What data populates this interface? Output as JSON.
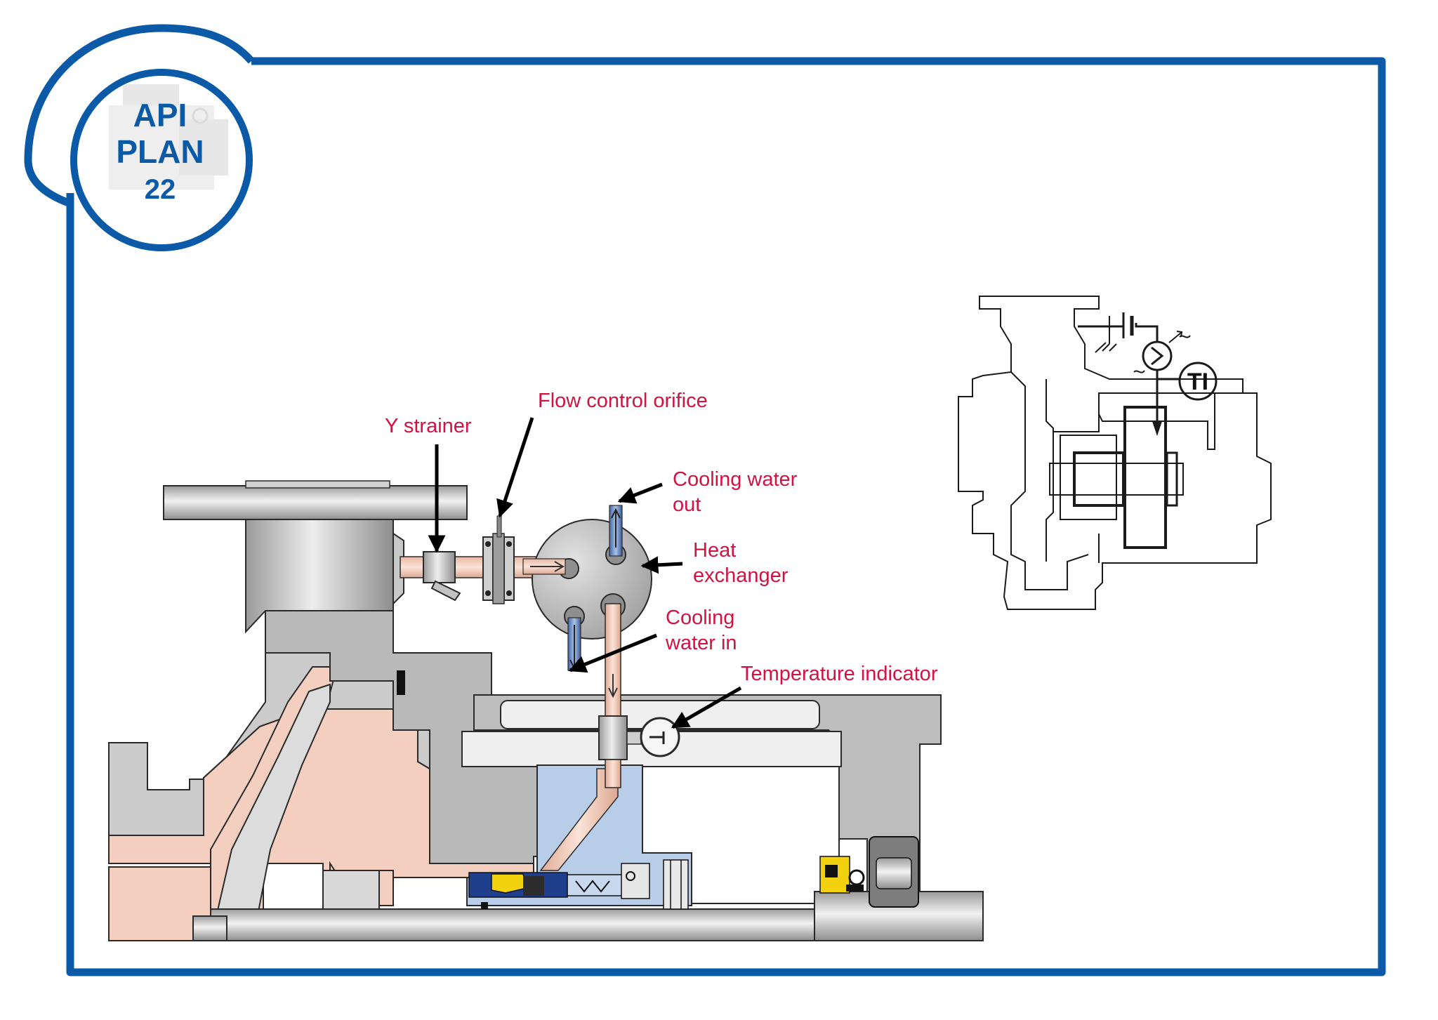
{
  "badge": {
    "line1": "API",
    "line2": "PLAN",
    "line3": "22"
  },
  "labels": {
    "y_strainer": "Y strainer",
    "flow_control_orifice": "Flow control orifice",
    "cooling_water_out_1": "Cooling water",
    "cooling_water_out_2": "out",
    "heat_exchanger_1": "Heat",
    "heat_exchanger_2": "exchanger",
    "cooling_water_in_1": "Cooling",
    "cooling_water_in_2": "water in",
    "temperature_indicator": "Temperature indicator"
  },
  "schematic": {
    "ti_label": "TI"
  },
  "colors": {
    "frame_blue": "#0a5aa8",
    "label_red": "#d21342",
    "metal_gray": "#c9c9c9",
    "process_fluid": "#f4cfbf",
    "seal_chamber": "#b7cde8",
    "cooling_water": "#5c7fb8",
    "seal_yellow": "#f2d20e"
  }
}
